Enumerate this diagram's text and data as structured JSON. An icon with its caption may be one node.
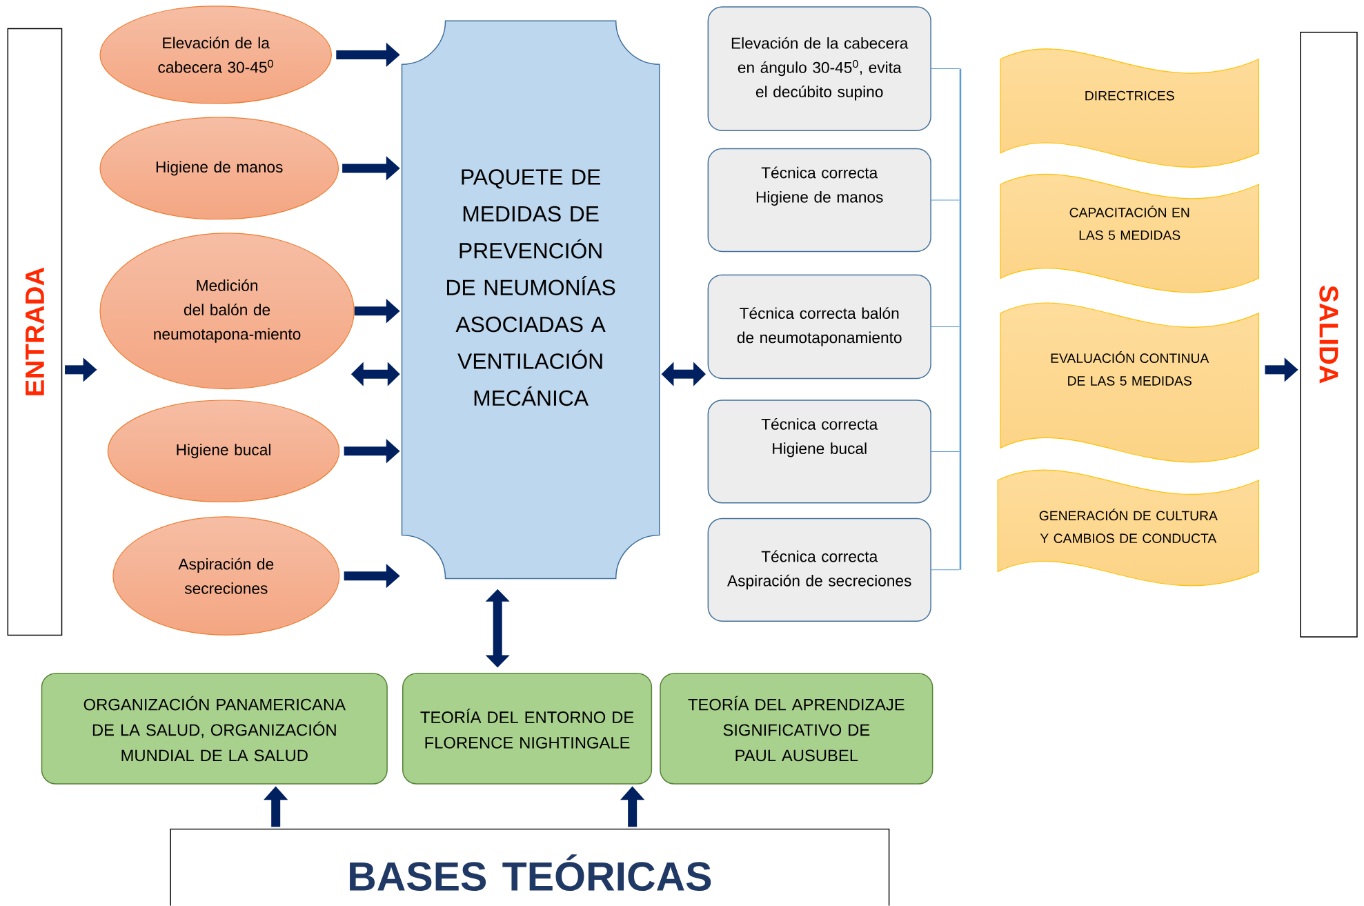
{
  "diagram": {
    "nodes": [
      {
        "text": [
          "ENTRADA"
        ]
      },
      {
        "text": [
          "Elevación de la cabecera 30-45$^{0}$"
        ]
      },
      {
        "text": [
          "Higiene de manos"
        ]
      },
      {
        "text": [
          "Medición del balón de neumotapona-miento"
        ]
      },
      {
        "text": [
          "Higiene bucal"
        ]
      },
      {
        "text": [
          "Aspiración de secreciones"
        ]
      },
      {
        "text": [
          "PAQUETE DE MEDIDAS DE PREVENCIÓN DE NEUMONÍAS ASOCIADAS A VENTILACIÓN MECÁNICA"
        ]
      },
      {
        "text": [
          "Elevación de la cabecera en ángulo 30-45$^{0}$, evita el decúbito supino"
        ]
      },
      {
        "text": [
          "Técnica correcta Higiene de manos"
        ]
      },
      {
        "text": [
          "Técnica correcta balón de neumotaponamiento"
        ]
      },
      {
        "text": [
          "Técnica correcta Higiene bucal"
        ]
      },
      {
        "text": [
          "Técnica correcta Aspiración de secreciones"
        ]
      },
      {
        "text": [
          "DIRECTRICES"
        ]
      },
      {
        "text": [
          "CAPACITACIÓN EN LAS 5 MEDIDAS"
        ]
      },
      {
        "text": [
          "EVALUACIÓN CONTINUA DE LAS 5 MEDIDAS"
        ]
      },
      {
        "text": [
          "GENERACIÓN DE CULTURA Y CAMBIOS DE CONDUCTA"
        ]
      },
      {
        "text": [
          "SALIDA"
        ]
      },
      {
        "text": [
          "ORGANIZACIÓN PANAMERICANA DE LA SALUD, ORGANIZACIÓN MUNDIAL DE LA SALUD"
        ]
      },
      {
        "text": [
          "TEORÍA DEL ENTORNO DE FLORENCE NIGHTINGALE"
        ]
      },
      {
        "text": [
          "TEORÍA DEL APRENDIZAJE SIGNIFICATIVO DE PAUL AUSUBEL"
        ]
      },
      {
        "text": [
          "BASES TEÓRICAS"
        ]
      },
      {
        "text": [],
        "shape": "bar"
      }
    ],
    "edges": [
      {
        "from": 0,
        "to": 3,
        "arrow": "to"
      },
      {
        "from": 1,
        "to": 6,
        "arrow": "to"
      },
      {
        "from": 2,
        "to": 6,
        "arrow": "to"
      },
      {
        "from": 3,
        "to": 6,
        "arrow": "to"
      },
      {
        "from": 4,
        "to": 6,
        "arrow": "to"
      },
      {
        "from": 5,
        "to": 6,
        "arrow": "to"
      },
      {
        "from": 3,
        "to": 6,
        "arrow": "both"
      },
      {
        "from": 6,
        "to": 9,
        "arrow": "both"
      },
      {
        "from": 14,
        "to": 16,
        "arrow": "to"
      },
      {
        "from": 6,
        "to": 18,
        "arrow": "both"
      },
      {
        "from": 20,
        "to": 17,
        "arrow": "to"
      },
      {
        "from": 20,
        "to": 18,
        "arrow": "to"
      },
      {
        "from": 7,
        "to": 21,
        "arrow": "none",
        "color": "#5b9bd5"
      },
      {
        "from": 8,
        "to": 21,
        "arrow": "none",
        "color": "#5b9bd5"
      },
      {
        "from": 9,
        "to": 21,
        "arrow": "none",
        "color": "#5b9bd5"
      },
      {
        "from": 10,
        "to": 21,
        "arrow": "none",
        "color": "#5b9bd5"
      },
      {
        "from": 11,
        "to": 21,
        "arrow": "none",
        "color": "#5b9bd5"
      }
    ]
  }
}
